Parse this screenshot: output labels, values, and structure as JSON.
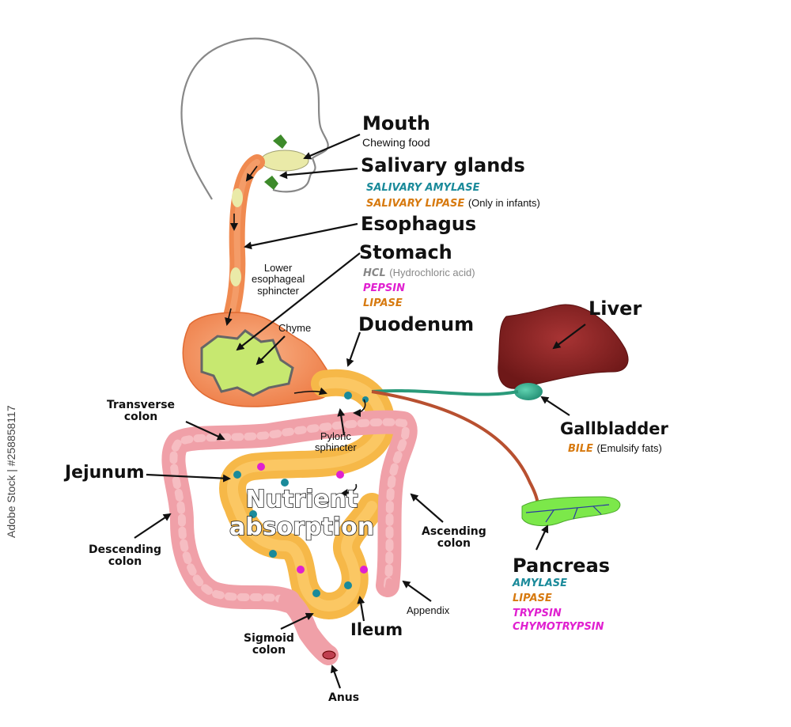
{
  "labels": {
    "mouth": "Mouth",
    "mouth_sub": "Chewing food",
    "salivary": "Salivary glands",
    "salivary_amylase": "SALIVARY AMYLASE",
    "salivary_lipase": "SALIVARY LIPASE",
    "salivary_lipase_note": "(Only in infants)",
    "esophagus": "Esophagus",
    "stomach": "Stomach",
    "hcl": "HCL",
    "hcl_note": "(Hydrochloric acid)",
    "pepsin": "PEPSIN",
    "stomach_lipase": "LIPASE",
    "les": "Lower\nesophageal\nsphincter",
    "chyme": "Chyme",
    "duodenum": "Duodenum",
    "liver": "Liver",
    "gallbladder": "Gallbladder",
    "bile": "BILE",
    "bile_note": "(Emulsify fats)",
    "transverse": "Transverse\ncolon",
    "pyloric": "Pyloric\nsphincter",
    "jejunum": "Jejunum",
    "nutrient": "Nutrient\nabsorption",
    "descending": "Descending\ncolon",
    "ascending": "Ascending\ncolon",
    "appendix": "Appendix",
    "ileum": "Ileum",
    "sigmoid": "Sigmoid\ncolon",
    "anus": "Anus",
    "pancreas": "Pancreas",
    "p_amylase": "AMYLASE",
    "p_lipase": "LIPASE",
    "trypsin": "TRYPSIN",
    "chymotrypsin": "CHYMOTRYPSIN"
  },
  "watermark": "Adobe Stock | #258858117",
  "colors": {
    "teal": "#1a8a9a",
    "orange": "#d77a10",
    "magenta": "#e020d0",
    "gray": "#888888",
    "esophagus": "#f08a50",
    "stomach": "#f49a66",
    "intestine": "#f6b848",
    "colon": "#f0a0a8",
    "liver": "#8c2424",
    "gallbladder": "#2aa58a",
    "pancreas": "#7ce84a",
    "bile_duct": "#2a9a7a",
    "pancreatic_duct": "#b85030"
  }
}
